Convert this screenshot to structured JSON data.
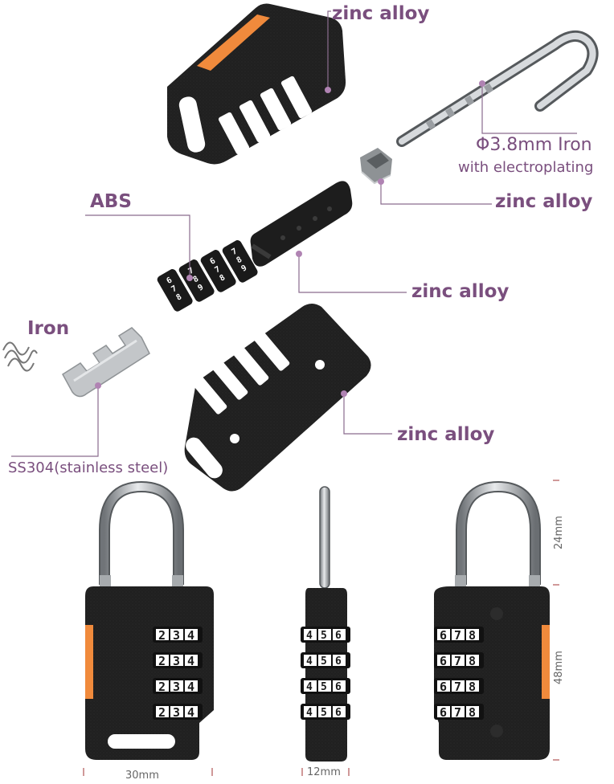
{
  "labels": {
    "zinc_top": "zinc alloy",
    "iron_rod_line1": "Φ3.8mm Iron",
    "iron_rod_line2": "with electroplating",
    "zinc_cap": "zinc alloy",
    "abs": "ABS",
    "zinc_core": "zinc alloy",
    "iron_spring": "Iron",
    "zinc_bottom": "zinc alloy",
    "ss304": "SS304(stainless steel)"
  },
  "dimensions": {
    "width": "30mm",
    "depth": "12mm",
    "shackle_height": "24mm",
    "body_height": "48mm"
  },
  "dials": {
    "front": [
      "2",
      "3",
      "4"
    ],
    "side": [
      "4",
      "5",
      "6"
    ],
    "back": [
      "6",
      "7",
      "8"
    ],
    "part_digits": [
      "6",
      "7",
      "8",
      "9"
    ]
  },
  "colors": {
    "label": "#7a4f7e",
    "leader": "#8a6c8e",
    "body": "#1f1f1f",
    "accent": "#f08a3c",
    "metal": "#b8bcc0"
  }
}
